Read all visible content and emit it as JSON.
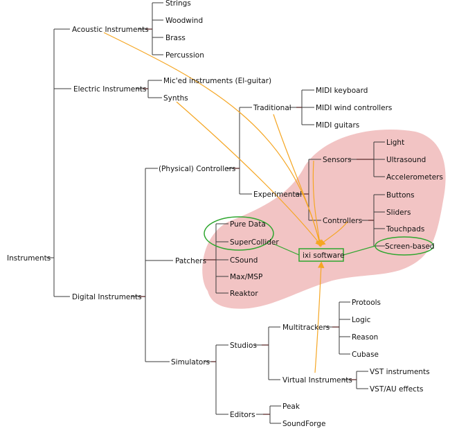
{
  "diagram": {
    "root": "Instruments",
    "acoustic": {
      "label": "Acoustic Instruments",
      "children": [
        "Strings",
        "Woodwind",
        "Brass",
        "Percussion"
      ]
    },
    "electric": {
      "label": "Electric Instruments",
      "children": [
        "Mic'ed instruments (El-guitar)",
        "Synths"
      ]
    },
    "digital": {
      "label": "Digital Instruments",
      "controllers": {
        "label": "(Physical) Controllers",
        "traditional": {
          "label": "Traditional",
          "children": [
            "MIDI keyboard",
            "MIDI wind controllers",
            "MIDI guitars"
          ]
        },
        "experimental": {
          "label": "Experimental",
          "sensors": {
            "label": "Sensors",
            "children": [
              "Light",
              "Ultrasound",
              "Accelerometers"
            ]
          },
          "controllers": {
            "label": "Controllers",
            "children": [
              "Buttons",
              "Sliders",
              "Touchpads",
              "Screen-based"
            ]
          }
        }
      },
      "patchers": {
        "label": "Patchers",
        "children": [
          "Pure Data",
          "SuperCollider",
          "CSound",
          "Max/MSP",
          "Reaktor"
        ]
      },
      "simulators": {
        "label": "Simulators",
        "studios": {
          "label": "Studios",
          "multitrackers": {
            "label": "Multitrackers",
            "children": [
              "Protools",
              "Logic",
              "Reason",
              "Cubase"
            ]
          },
          "virtual": {
            "label": "Virtual Instruments",
            "children": [
              "VST instruments",
              "VST/AU effects"
            ]
          }
        },
        "editors": {
          "label": "Editors",
          "children": [
            "Peak",
            "SoundForge"
          ]
        }
      }
    },
    "hub": "ixi software"
  },
  "colors": {
    "highlight_region": "#f2c4c4",
    "green_outline": "#2ea62e",
    "arrow": "#f5a623",
    "lines": "#3a3a3a"
  }
}
